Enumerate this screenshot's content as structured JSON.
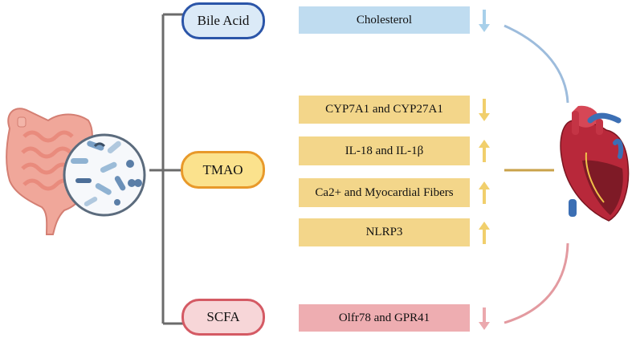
{
  "categories": [
    {
      "id": "bile_acid",
      "label": "Bile Acid",
      "fill": "#dbeaf7",
      "border": "#2b55a8"
    },
    {
      "id": "tmao",
      "label": "TMAO",
      "fill": "#fbe28d",
      "border": "#e8992a"
    },
    {
      "id": "scfa",
      "label": "SCFA",
      "fill": "#f7d6d8",
      "border": "#d45a64"
    }
  ],
  "effects": [
    {
      "label": "Cholesterol",
      "direction": "down",
      "fill": "#bfdcf0",
      "arrow_color": "#a8d0ea"
    },
    {
      "label": "CYP7A1 and CYP27A1",
      "direction": "down",
      "fill": "#f3d68a",
      "arrow_color": "#f1cf6c"
    },
    {
      "label": "IL-18 and IL-1β",
      "direction": "up",
      "fill": "#f3d68a",
      "arrow_color": "#f1cf6c"
    },
    {
      "label": "Ca2+ and Myocardial Fibers",
      "direction": "up",
      "fill": "#f3d68a",
      "arrow_color": "#f1cf6c"
    },
    {
      "label": "NLRP3",
      "direction": "up",
      "fill": "#f3d68a",
      "arrow_color": "#f1cf6c"
    },
    {
      "label": "Olfr78 and GPR41",
      "direction": "down",
      "fill": "#eeadb1",
      "arrow_color": "#eba9ae"
    }
  ],
  "illustrations": {
    "left": "gut-microbiota-illustration",
    "right": "heart-illustration"
  },
  "colors": {
    "bracket": "#6b6b6b",
    "bile_link": "#9dbcdc",
    "tmao_link": "#c9a24a",
    "scfa_link": "#e39aa0"
  }
}
